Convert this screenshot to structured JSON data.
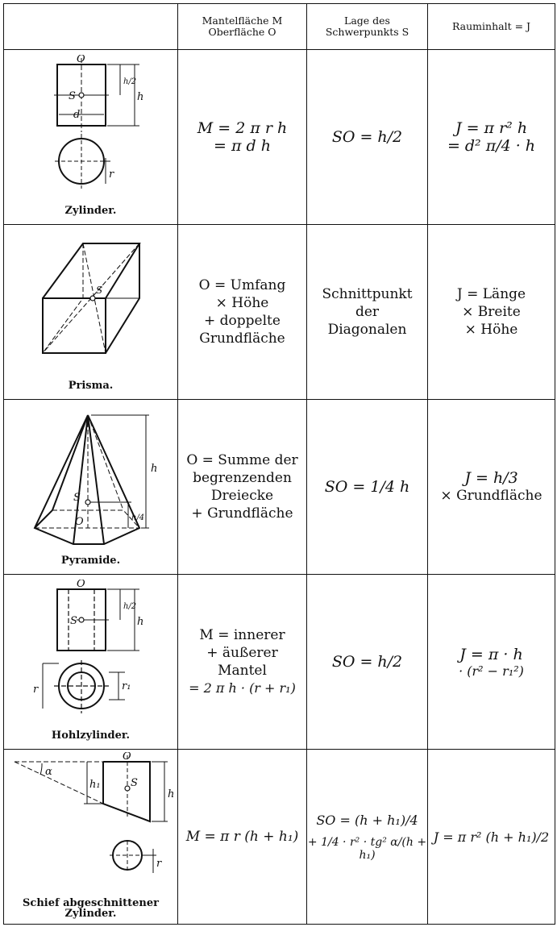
{
  "headers": {
    "col1": "",
    "col2_line1": "Mantelfläche M",
    "col2_line2": "Oberfläche O",
    "col3_line1": "Lage des",
    "col3_line2": "Schwerpunkts S",
    "col4": "Rauminhalt = J"
  },
  "rows": [
    {
      "name": "Zylinder.",
      "area": [
        "M = 2 π r h",
        "= π d h"
      ],
      "centroid": "SO = h/2",
      "volume": [
        "J = π r² h",
        "= d² π/4 · h"
      ]
    },
    {
      "name": "Prisma.",
      "area": [
        "O = Umfang",
        "× Höhe",
        "+ doppelte",
        "Grundfläche"
      ],
      "centroid": [
        "Schnittpunkt",
        "der",
        "Diagonalen"
      ],
      "volume": [
        "J = Länge",
        "× Breite",
        "× Höhe"
      ]
    },
    {
      "name": "Pyramide.",
      "area": [
        "O = Summe der",
        "begrenzenden",
        "Dreiecke",
        "+ Grundfläche"
      ],
      "centroid": "SO = 1/4 h",
      "volume": [
        "J = h/3",
        "× Grundfläche"
      ]
    },
    {
      "name": "Hohlzylinder.",
      "area": [
        "M = innerer",
        "+ äußerer",
        "Mantel",
        "= 2 π h · (r + r₁)"
      ],
      "centroid": "SO = h/2",
      "volume": [
        "J = π · h",
        "· (r² − r₁²)"
      ]
    },
    {
      "name_line1": "Schief abgeschnittener",
      "name_line2": "Zylinder.",
      "area": "M = π r (h + h₁)",
      "centroid": [
        "SO = (h + h₁)/4",
        "+ 1/4 · r² · tg² α/(h + h₁)"
      ],
      "volume": "J = π r² (h + h₁)/2"
    }
  ],
  "figure_labels": {
    "O": "O",
    "S": "S",
    "h": "h",
    "h2": "h/2",
    "h4": "h/4",
    "d": "d",
    "r": "r",
    "r1": "r₁",
    "h1": "h₁",
    "alpha": "α"
  }
}
